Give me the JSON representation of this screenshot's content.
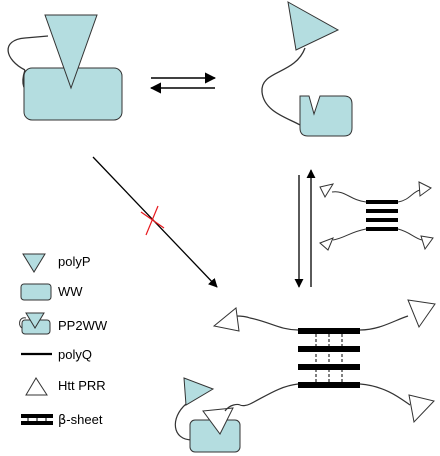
{
  "colors": {
    "fill": "#b4dde0",
    "stroke": "#333333",
    "line": "#000000",
    "blocked": "#e8191e"
  },
  "legend": [
    {
      "icon": "polyp-triangle-icon",
      "label": "polyP"
    },
    {
      "icon": "ww-domain-icon",
      "label": "WW"
    },
    {
      "icon": "pp2ww-complex-icon",
      "label": "PP2WW"
    },
    {
      "icon": "polyq-line-icon",
      "label": "polyQ"
    },
    {
      "icon": "htt-prr-triangle-icon",
      "label": "Htt PRR"
    },
    {
      "icon": "beta-sheet-icon",
      "label_symbol": "β",
      "label_suffix": "-sheet"
    }
  ]
}
